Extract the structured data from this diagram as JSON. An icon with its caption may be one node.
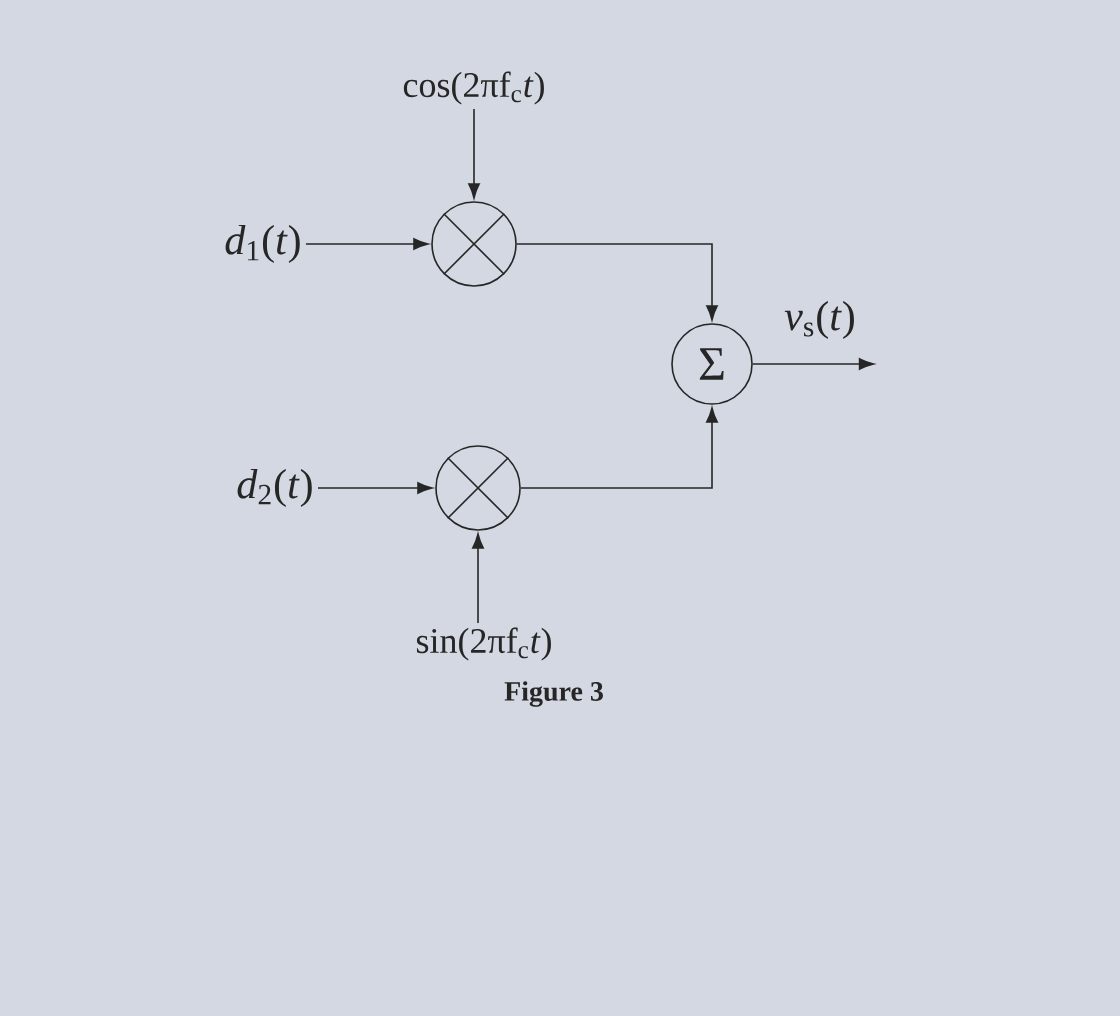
{
  "diagram": {
    "caption": "Figure 3",
    "nodes": [
      {
        "text": [
          "cos(2πf$_{c}$*t*)"
        ]
      },
      {
        "text": [
          "*d*$_{1}$(*t*)"
        ]
      },
      {
        "text": [],
        "shape": "circle"
      },
      {
        "text": [
          "Σ"
        ]
      },
      {
        "text": [
          "*d*$_{2}$(*t*)"
        ]
      },
      {
        "text": [],
        "shape": "circle"
      },
      {
        "text": [
          "sin(2πf$_{c}$*t*)"
        ]
      }
    ],
    "edges": [
      {
        "from": 0,
        "to": 2,
        "arrow": "to"
      },
      {
        "from": 1,
        "to": 2,
        "arrow": "to"
      },
      {
        "from": 2,
        "to": 3,
        "arrow": "to"
      },
      {
        "from": 4,
        "to": 5,
        "arrow": "to"
      },
      {
        "from": 6,
        "to": 5,
        "arrow": "to"
      },
      {
        "from": 5,
        "to": 3,
        "arrow": "to"
      },
      {
        "from": 3,
        "to": null,
        "arrow": "to",
        "label": "*v*$_{s}$(*t*)"
      }
    ]
  }
}
